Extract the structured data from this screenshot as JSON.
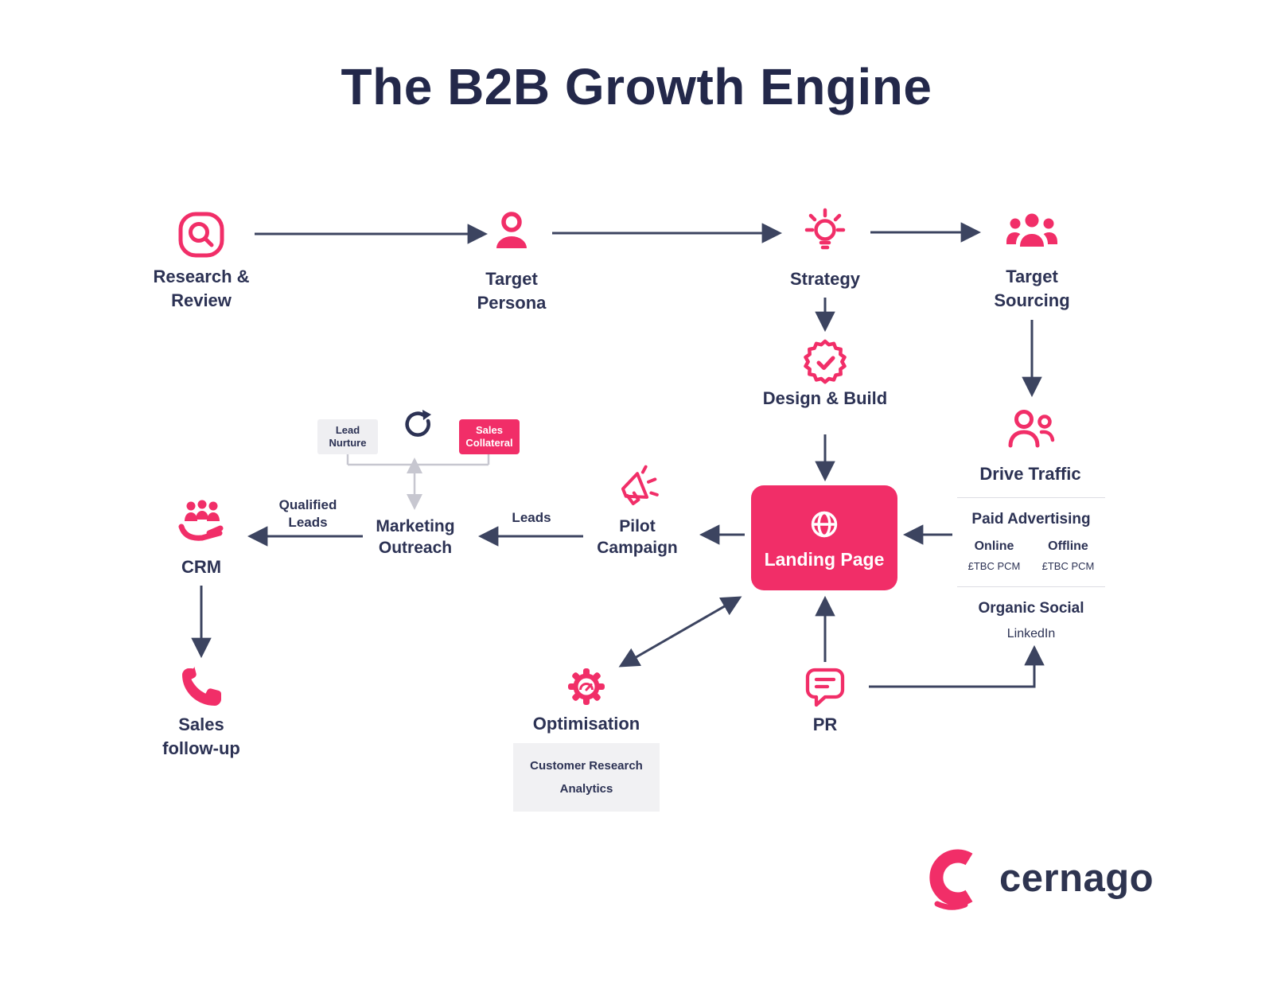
{
  "title": "The B2B Growth Engine",
  "nodes": {
    "research_review": "Research &\nReview",
    "target_persona": "Target\nPersona",
    "strategy": "Strategy",
    "target_sourcing": "Target\nSourcing",
    "design_build": "Design & Build",
    "drive_traffic": "Drive Traffic",
    "landing_page": "Landing Page",
    "pilot_campaign": "Pilot\nCampaign",
    "marketing_outreach": "Marketing\nOutreach",
    "crm": "CRM",
    "sales_followup": "Sales\nfollow-up",
    "pr": "PR",
    "optimisation": "Optimisation",
    "lead_nurture": "Lead\nNurture",
    "sales_collateral": "Sales\nCollateral"
  },
  "edge_labels": {
    "leads": "Leads",
    "qualified_leads": "Qualified\nLeads"
  },
  "paid_advertising": {
    "title": "Paid Advertising",
    "online_label": "Online",
    "online_price": "£TBC PCM",
    "offline_label": "Offline",
    "offline_price": "£TBC PCM"
  },
  "organic_social": {
    "title": "Organic Social",
    "channel": "LinkedIn"
  },
  "optimisation_box": {
    "items": [
      "Customer Research",
      "Analytics"
    ]
  },
  "logo": {
    "text": "cernago"
  },
  "colors": {
    "pink": "#F12E68",
    "navy": "#2C3254",
    "title_navy": "#23284A",
    "arrow": "#3C4460",
    "gray_arrow": "#C7C7D0",
    "gray_box": "#EFEFF2",
    "white": "#FFFFFF"
  }
}
